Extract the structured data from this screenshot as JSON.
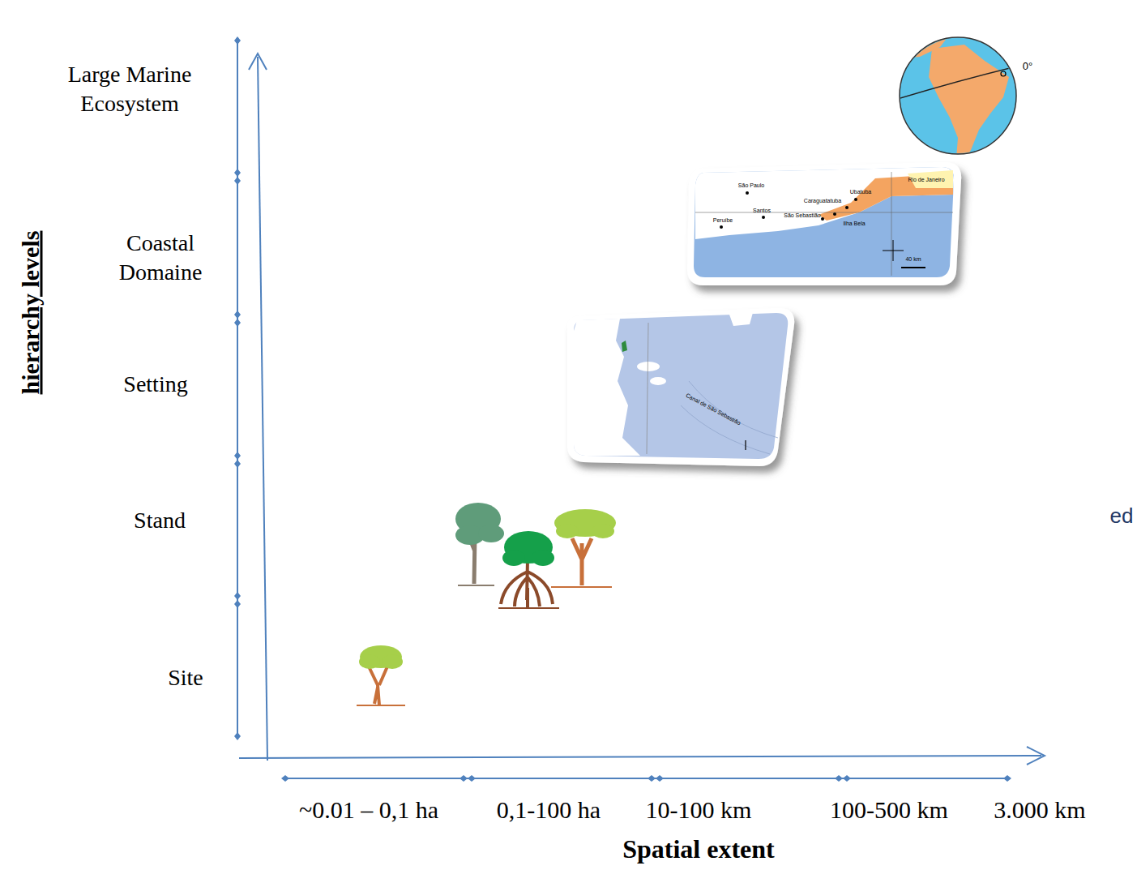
{
  "diagram": {
    "labels": [
      "hierarchy levels",
      "Large Marine Ecosystem",
      "Coastal Domaine",
      "Setting",
      "Stand",
      "Site",
      "~0.01 – 0,1 ha",
      "0,1-100 ha",
      "10-100 km",
      "100-500 km",
      "3.000 km",
      "Spatial extent",
      "ed",
      "0°",
      "São Paulo",
      "Rio de Janeiro",
      "Santos",
      "Peruíbe",
      "Ubatuba",
      "Caraguatatuba",
      "São Sebastião",
      "Ilha Bela",
      "40 km",
      "Canal de São Sebastião"
    ]
  }
}
